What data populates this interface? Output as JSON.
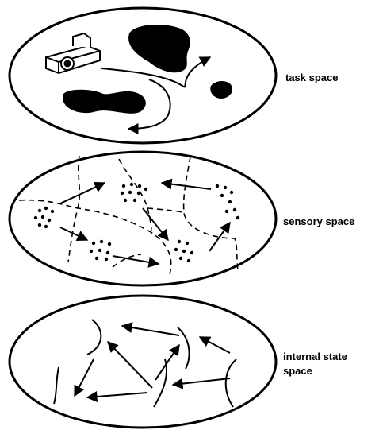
{
  "layers": [
    {
      "label": "task space"
    },
    {
      "label": "sensory space"
    },
    {
      "label_line1": "internal state",
      "label_line2": "space"
    }
  ],
  "colors": {
    "ink": "#000000",
    "paper": "#ffffff"
  },
  "icons": {
    "robot": "robot-camera-icon"
  }
}
